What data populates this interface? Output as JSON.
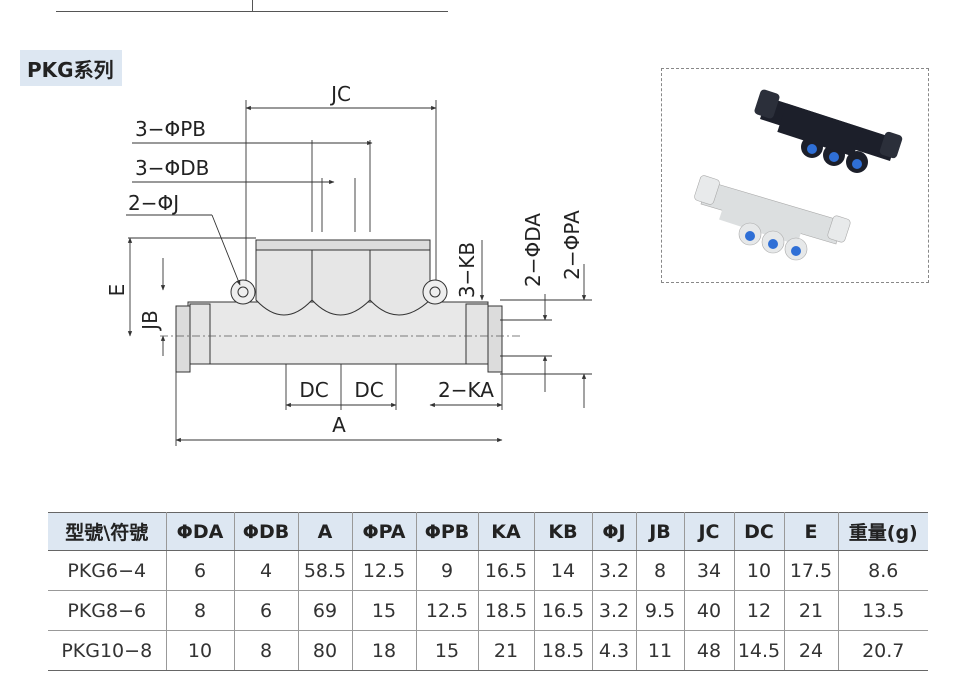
{
  "section_title": "PKG系列",
  "diagram_labels": {
    "jc": "JC",
    "pb": "3−ΦPB",
    "db": "3−ΦDB",
    "j": "2−ΦJ",
    "e": "E",
    "jb": "JB",
    "kb": "3−KB",
    "da": "2−ΦDA",
    "pa": "2−ΦPA",
    "dc1": "DC",
    "dc2": "DC",
    "ka": "2−KA",
    "a": "A"
  },
  "colors": {
    "header_bg": "#dde7f2",
    "fitting_black": "#1c1f2a",
    "fitting_white": "#dcdfe0",
    "fitting_blue": "#2f6fd6"
  },
  "table": {
    "headers": [
      "型號\\符號",
      "ΦDA",
      "ΦDB",
      "A",
      "ΦPA",
      "ΦPB",
      "KA",
      "KB",
      "ΦJ",
      "JB",
      "JC",
      "DC",
      "E",
      "重量(g)"
    ],
    "rows": [
      [
        "PKG6−4",
        "6",
        "4",
        "58.5",
        "12.5",
        "9",
        "16.5",
        "14",
        "3.2",
        "8",
        "34",
        "10",
        "17.5",
        "8.6"
      ],
      [
        "PKG8−6",
        "8",
        "6",
        "69",
        "15",
        "12.5",
        "18.5",
        "16.5",
        "3.2",
        "9.5",
        "40",
        "12",
        "21",
        "13.5"
      ],
      [
        "PKG10−8",
        "10",
        "8",
        "80",
        "18",
        "15",
        "21",
        "18.5",
        "4.3",
        "11",
        "48",
        "14.5",
        "24",
        "20.7"
      ]
    ]
  }
}
